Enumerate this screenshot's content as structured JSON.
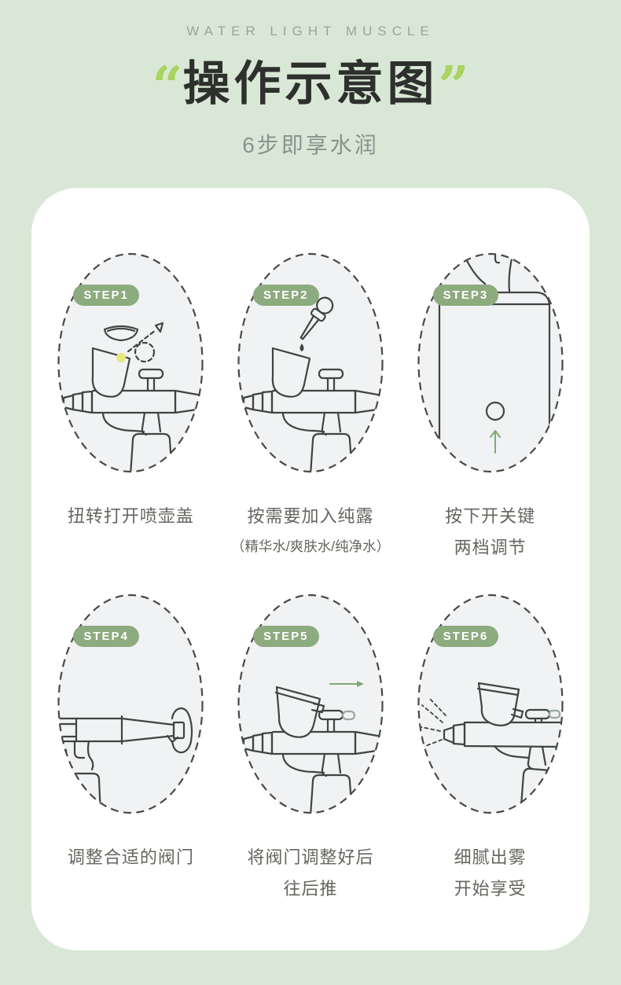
{
  "header": {
    "eyebrow": "WATER LIGHT MUSCLE",
    "quote_open": "“",
    "quote_close": "”",
    "title": "操作示意图",
    "subtitle": "6步即享水润"
  },
  "steps": [
    {
      "badge": "STEP1",
      "caption": "扭转打开喷壶盖",
      "caption2": ""
    },
    {
      "badge": "STEP2",
      "caption": "按需要加入纯露",
      "caption2": "（精华水/爽肤水/纯净水）"
    },
    {
      "badge": "STEP3",
      "caption": "按下开关键",
      "caption2": "两档调节"
    },
    {
      "badge": "STEP4",
      "caption": "调整合适的阀门",
      "caption2": ""
    },
    {
      "badge": "STEP5",
      "caption": "将阀门调整好后",
      "caption2": "往后推"
    },
    {
      "badge": "STEP6",
      "caption": "细腻出雾",
      "caption2": "开始享受"
    }
  ],
  "colors": {
    "page-bg": "#d9e8d6",
    "card-bg": "#ffffff",
    "title-ink": "#2d302c",
    "quote-green": "#a8d45f",
    "eyebrow-gray": "#9aa3a0",
    "subtitle-gray": "#8a928e",
    "badge-green": "#8cab7e",
    "badge-text": "#ffffff",
    "caption-gray": "#63675f",
    "oval-fill": "#f1f2f4",
    "oval-dash": "#4a4a42",
    "line-ink": "#3f453f",
    "arrow-green": "#7fa871",
    "dot-yellow": "#e9e87b",
    "lite-ink": "#9aa8a0"
  }
}
